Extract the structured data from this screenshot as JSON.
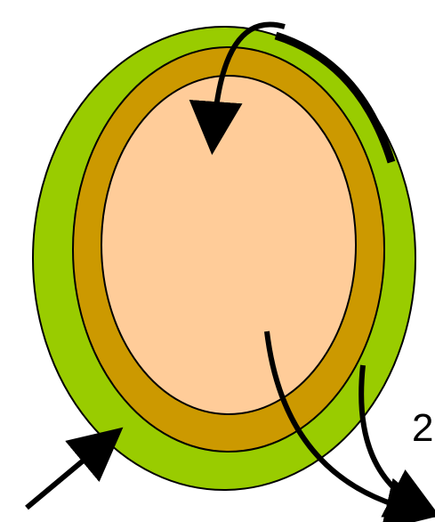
{
  "diagram": {
    "colors": {
      "outer_layer": "#99cc00",
      "middle_layer": "#cc9900",
      "inner_core": "#ffcc99",
      "outline": "#000000",
      "arrow": "#000000",
      "background": "#ffffff"
    },
    "labels": {
      "partial_number": "2"
    },
    "layers": [
      "outer-green-layer",
      "middle-brown-layer",
      "inner-peach-core"
    ],
    "arrows": [
      "entry-arrow-top",
      "entry-arrow-bottom-left",
      "exit-arrow-core",
      "exit-arrow-outer"
    ]
  }
}
